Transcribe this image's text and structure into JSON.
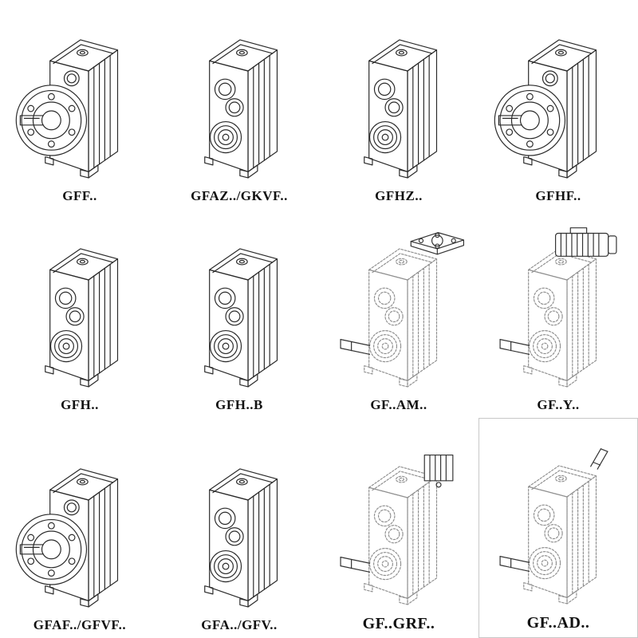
{
  "page": {
    "title": "Gearbox variants catalog",
    "background": "#ffffff"
  },
  "colors": {
    "line": "#2a2a2a",
    "dashed_line": "#909090",
    "accessory_line": "#333333",
    "label": "#101010",
    "box_border": "#c8c8c8"
  },
  "catalog": {
    "items": [
      {
        "label": "GFF..",
        "variant": "flange-mounted-gearbox"
      },
      {
        "label": "GFAZ../GKVF..",
        "variant": "shaft-mounted-gearbox"
      },
      {
        "label": "GFHZ..",
        "variant": "hollow-shaft-gearbox"
      },
      {
        "label": "GFHF..",
        "variant": "flange-mounted-hollow-shaft-gearbox"
      },
      {
        "label": "GFH..",
        "variant": "hollow-shaft-gearbox"
      },
      {
        "label": "GFH..B",
        "variant": "hollow-shaft-gearbox-with-fixing"
      },
      {
        "label": "GF..AM..",
        "variant": "gearbox-with-motor-adapter-flange"
      },
      {
        "label": "GF..Y..",
        "variant": "gearbox-with-mounted-motor"
      },
      {
        "label": "GFAF../GFVF..",
        "variant": "flange-mounted-gearbox"
      },
      {
        "label": "GFA../GFV..",
        "variant": "foot-mounted-gearbox"
      },
      {
        "label": "GF..GRF..",
        "variant": "gearbox-with-adapter-block"
      },
      {
        "label": "GF..AD..",
        "variant": "gearbox-with-input-shaft-adapter"
      }
    ]
  }
}
